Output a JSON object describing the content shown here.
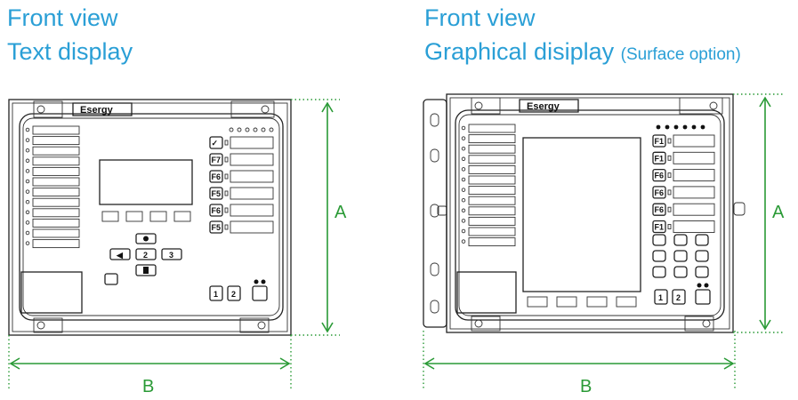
{
  "left_panel": {
    "title_line1": "Front view",
    "title_line2": "Text display",
    "brand": "Esergy",
    "dim_height_label": "A",
    "dim_width_label": "B",
    "func_keys": [
      "✓",
      "F7",
      "F6",
      "F5",
      "F6",
      "F5"
    ],
    "nav_keys": [
      "◀",
      "2",
      "3"
    ]
  },
  "right_panel": {
    "title_line1": "Front view",
    "title_line2": "Graphical disiplay",
    "title_option": "(Surface option)",
    "brand": "Esergy",
    "dim_height_label": "A",
    "dim_width_label": "B",
    "func_keys": [
      "F1",
      "F1",
      "F6",
      "F6",
      "F6",
      "F1"
    ]
  },
  "colors": {
    "title": "#2a9fd6",
    "dimension": "#2a9a36",
    "device_line": "#222222"
  }
}
